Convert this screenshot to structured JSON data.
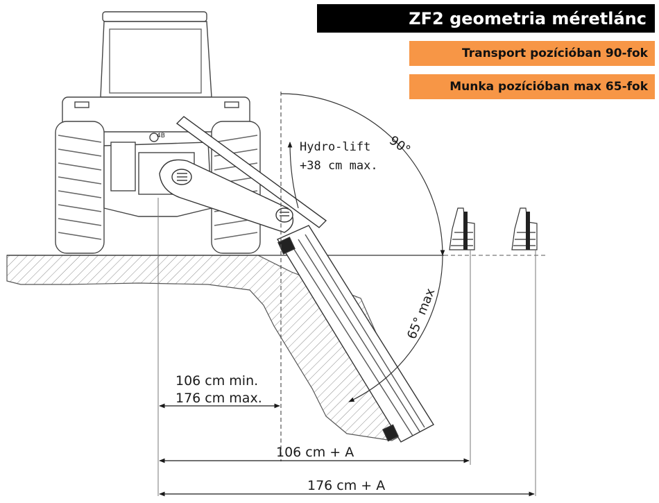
{
  "header": {
    "title": "ZF2 geometria méretlánc",
    "title_bg": "#000000",
    "title_color": "#ffffff",
    "transport_note": "Transport pozícióban 90-fok",
    "work_note": "Munka pozícióban max 65-fok",
    "note_bg": "#f79646"
  },
  "labels": {
    "hydro_lift_line1": "Hydro-lift",
    "hydro_lift_line2": "+38 cm max.",
    "angle_transport": "90°",
    "angle_work": "65° max",
    "dim_inner_min": "106 cm min.",
    "dim_inner_max": "176 cm max.",
    "dim_total_min": "106 cm + A",
    "dim_total_max": "176 cm + A",
    "cab_tag": "4B"
  }
}
